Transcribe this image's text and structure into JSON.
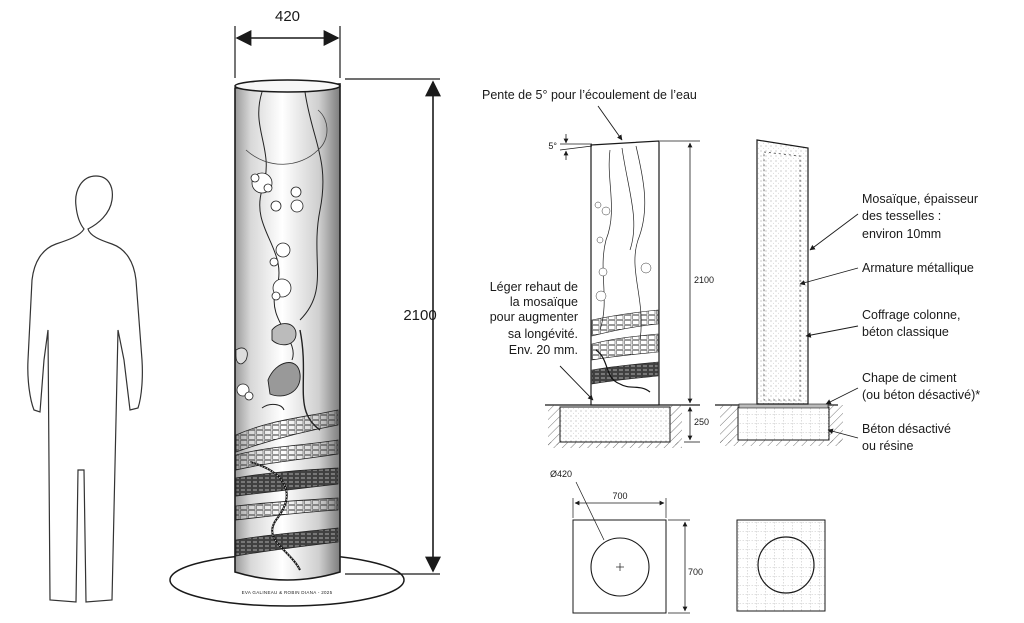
{
  "dimensions": {
    "width_top": "420",
    "height_main": "2100",
    "height_small": "2100",
    "footing_depth": "250",
    "slope_angle": "5°",
    "diameter": "Ø420",
    "square_top": "700",
    "square_side": "700"
  },
  "annotations": {
    "slope": "Pente de 5° pour l’écoulement de l’eau",
    "relief": [
      "Léger rehaut de",
      "la mosaïque",
      "pour augmenter",
      "sa longévité.",
      "Env. 20 mm."
    ],
    "mosaic": [
      "Mosaïque, épaisseur",
      "des tesselles :",
      "environ 10mm"
    ],
    "armature": [
      "Armature métallique"
    ],
    "formwork": [
      "Coffrage colonne,",
      "béton classique"
    ],
    "screed": [
      "Chape de ciment",
      "(ou béton désactivé)*"
    ],
    "ground": [
      "Béton désactivé",
      "ou résine"
    ]
  },
  "signature": "EVA GALINEAU & ROBIN DIANA - 2025",
  "colors": {
    "ink": "#1a1a1a",
    "fill_light": "#f2f2f2",
    "hatch": "#555555"
  }
}
